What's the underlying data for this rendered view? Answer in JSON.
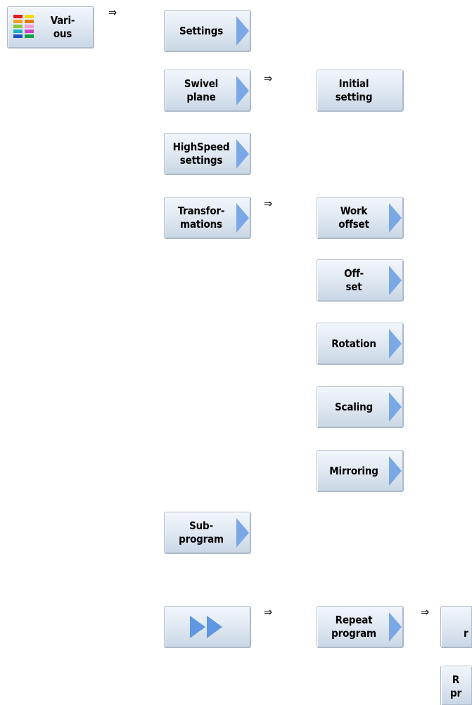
{
  "implies_symbol": "⇒",
  "various": {
    "label": "Vari-\nous"
  },
  "level2": {
    "settings": "Settings",
    "swivel_plane": "Swivel\nplane",
    "highspeed": "HighSpeed\nsettings",
    "transformations": "Transfor-\nmations",
    "subprogram": "Sub-\nprogram",
    "more": ""
  },
  "swivel_sub": {
    "initial_setting": "Initial\nsetting"
  },
  "transform_sub": {
    "work_offset": "Work\noffset",
    "offset": "Off-\nset",
    "rotation": "Rotation",
    "scaling": "Scaling",
    "mirroring": "Mirroring"
  },
  "more_sub": {
    "repeat_program": "Repeat\nprogram"
  },
  "repeat_sub": {
    "item1_partial": "\nr",
    "item2_partial": "R\npr"
  },
  "colors": {
    "arrow": "#7aa7e6",
    "button_top": "#f2f6fb",
    "button_bottom": "#c9d6e4"
  },
  "icons": {
    "various": "color-grid-icon",
    "more": "double-chevron-right-icon",
    "submenu": "triangle-right-icon"
  }
}
